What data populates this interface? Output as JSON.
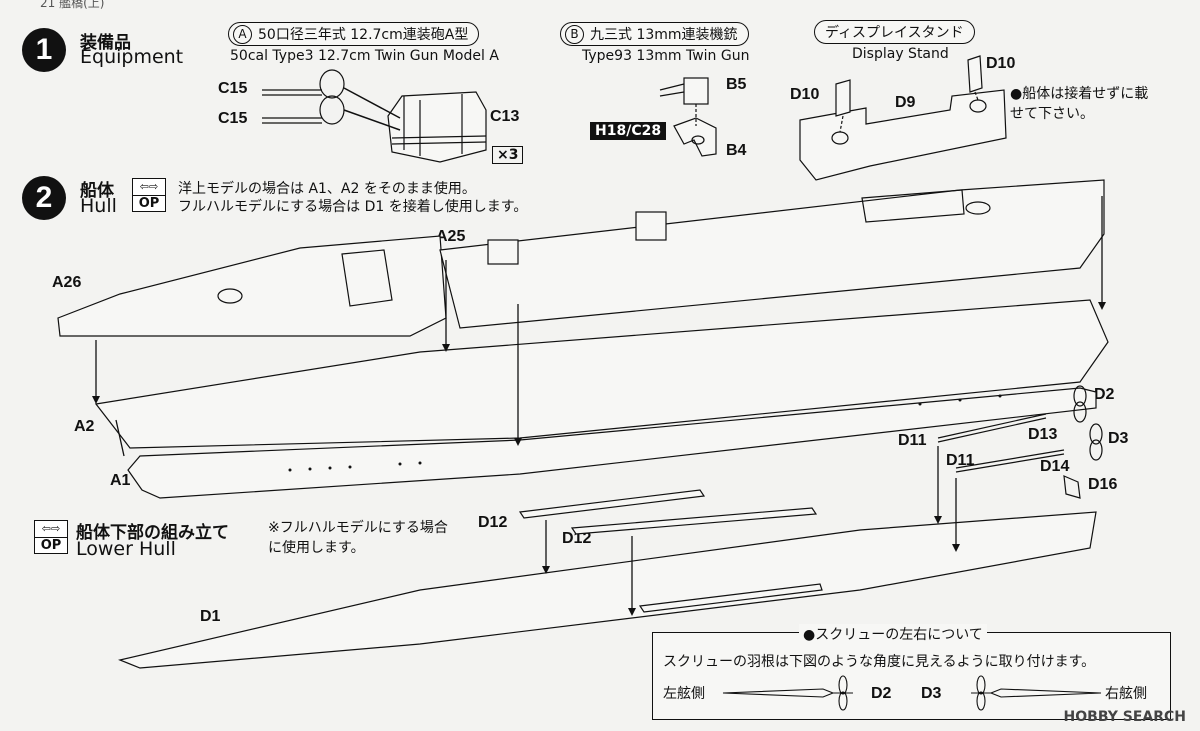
{
  "header_fragment": "21 艦橋(上)",
  "step1": {
    "number": "1",
    "title_jp": "装備品",
    "title_en": "Equipment",
    "item_a": {
      "letter": "A",
      "name_jp": "50口径三年式 12.7cm連装砲A型",
      "name_en": "50cal Type3 12.7cm Twin Gun Model A",
      "parts": [
        "C15",
        "C15",
        "C13"
      ],
      "multiplier": "×3"
    },
    "item_b": {
      "letter": "B",
      "name_jp": "九三式 13mm連装機銃",
      "name_en": "Type93 13mm Twin Gun",
      "parts": [
        "B5",
        "B4"
      ],
      "tag": "H18/C28"
    },
    "item_stand": {
      "name_jp": "ディスプレイスタンド",
      "name_en": "Display Stand",
      "parts": [
        "D10",
        "D10",
        "D9"
      ],
      "note": "●船体は接着せずに載せて下さい。"
    }
  },
  "step2": {
    "number": "2",
    "title_jp": "船体",
    "title_en": "Hull",
    "op_label": "OP",
    "op_line1": "洋上モデルの場合は A1、A2 をそのまま使用。",
    "op_line2": "フルハルモデルにする場合は D1 を接着し使用します。",
    "parts": [
      "A25",
      "A26",
      "A2",
      "A1",
      "D2",
      "D3",
      "D11",
      "D11",
      "D13",
      "D14",
      "D16",
      "D12",
      "D12",
      "D1"
    ]
  },
  "lower_hull": {
    "op_label": "OP",
    "title_jp": "船体下部の組み立て",
    "title_en": "Lower Hull",
    "note": "※フルハルモデルにする場合に使用します。"
  },
  "screw_note": {
    "title": "●スクリューの左右について",
    "body": "スクリューの羽根は下図のような角度に見えるように取り付けます。",
    "left_label": "左舷側",
    "right_label": "右舷側",
    "left_part": "D2",
    "right_part": "D3"
  },
  "watermark": "HOBBY SEARCH"
}
